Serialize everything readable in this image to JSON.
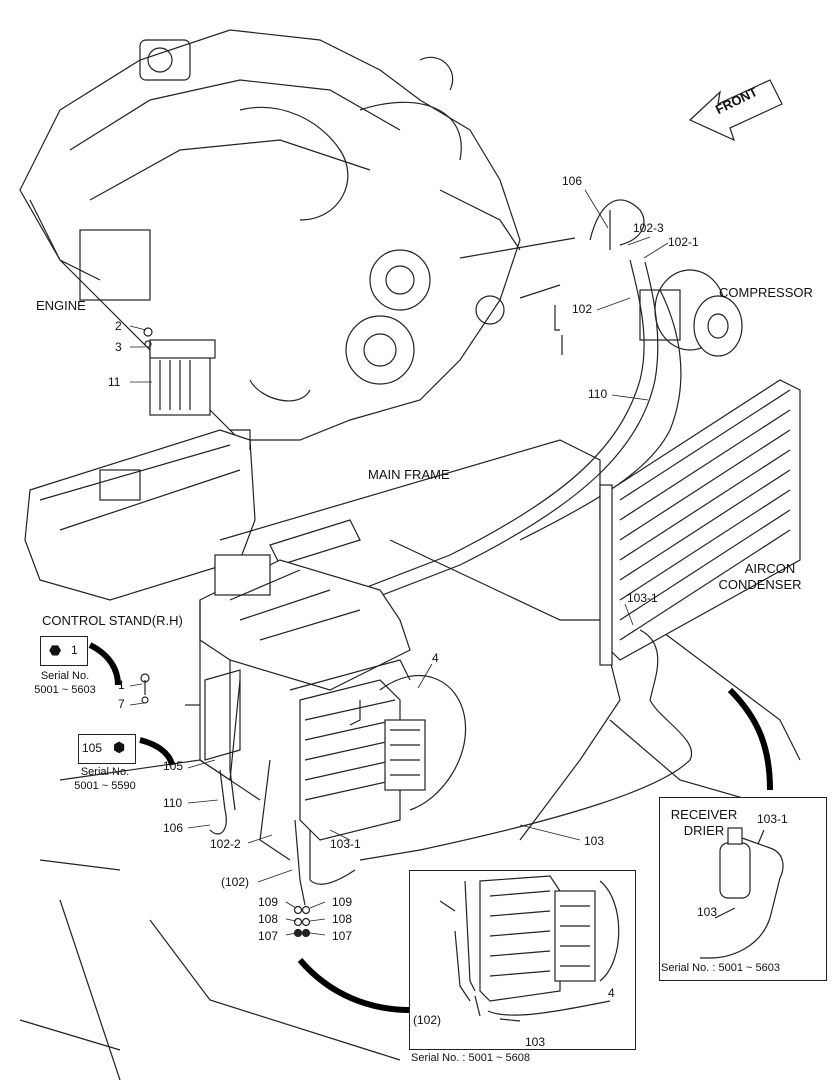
{
  "front": "FRONT",
  "labels": {
    "engine": "ENGINE",
    "main_frame": "MAIN FRAME",
    "compressor": "COMPRESSOR",
    "aircon_1": "AIRCON",
    "aircon_2": "CONDENSER",
    "control_stand": "CONTROL STAND(R.H)",
    "receiver_1": "RECEIVER",
    "receiver_2": "DRIER"
  },
  "callouts": {
    "c106": "106",
    "c102_3": "102-3",
    "c102_1": "102-1",
    "c102_top": "102",
    "c110_top": "110",
    "c2": "2",
    "c3": "3",
    "c11": "11",
    "c103_1_top": "103-1",
    "c4": "4",
    "c1_box": "1",
    "c1": "1",
    "c7": "7",
    "c105_box": "105",
    "c105": "105",
    "c110": "110",
    "c106_b": "106",
    "c102_2": "102-2",
    "c103_1_b": "103-1",
    "c103": "103",
    "c102_paren": "(102)",
    "c109_l": "109",
    "c109_r": "109",
    "c108_l": "108",
    "c108_r": "108",
    "c107_l": "107",
    "c107_r": "107",
    "inset_103_1": "103-1",
    "inset_103": "103",
    "inset2_102": "(102)",
    "inset2_103": "103",
    "inset2_4": "4"
  },
  "serials": {
    "s1_title": "Serial No.",
    "s1_range": "5001 ~ 5603",
    "s2_title": "Serial No.",
    "s2_range": "5001 ~ 5590",
    "receiver": "Serial No. : 5001 ~ 5603",
    "bottom": "Serial No. : 5001 ~ 5608"
  }
}
